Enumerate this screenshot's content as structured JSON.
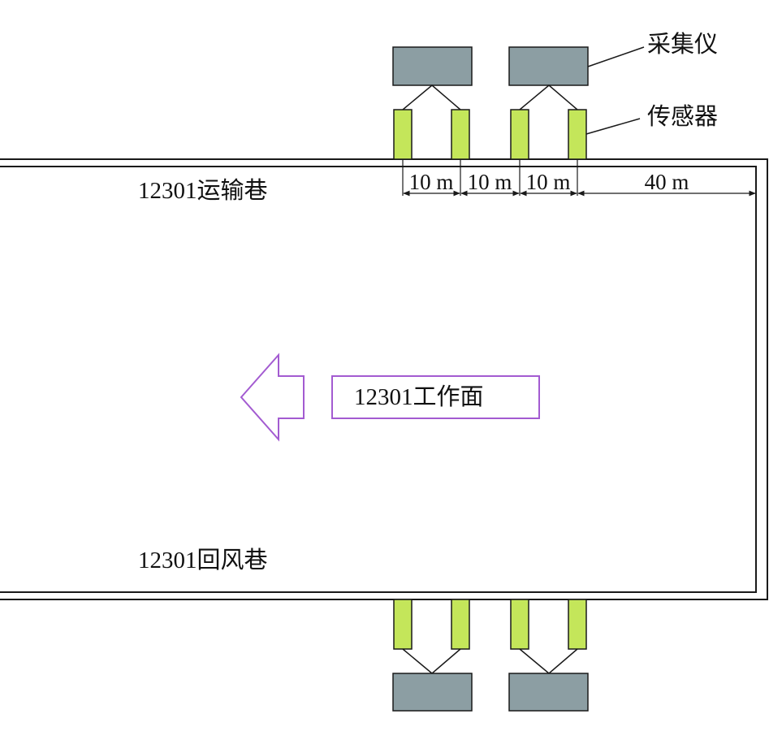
{
  "labels": {
    "collector": "采集仪",
    "sensor": "传感器",
    "transport_roadway": "12301运输巷",
    "return_roadway": "12301回风巷",
    "working_face": "12301工作面"
  },
  "dimensions": {
    "gap_1": "10 m",
    "gap_2": "10 m",
    "gap_3": "10 m",
    "end_distance": "40 m"
  },
  "colors": {
    "collector_fill": "#8c9ea3",
    "sensor_fill": "#c4e65a",
    "line": "#1a1a1a",
    "arrow_and_box": "#a35bd1"
  }
}
